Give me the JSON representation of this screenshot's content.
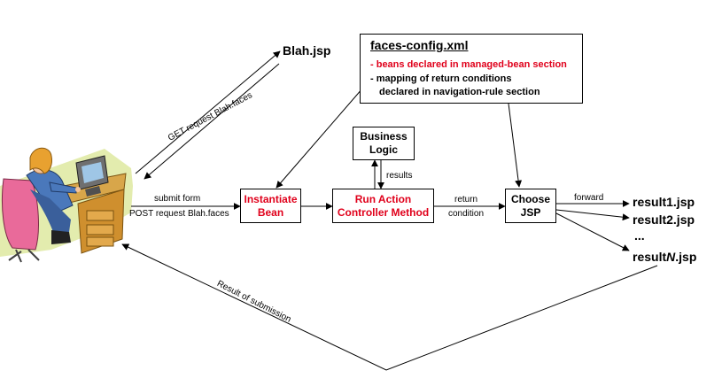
{
  "user": {
    "icon": "user-at-computer-icon"
  },
  "blah_jsp": {
    "label": "Blah.jsp"
  },
  "get_request": {
    "label": "GET request Blah.faces"
  },
  "submit": {
    "line1": "submit form",
    "line2": "POST request Blah.faces"
  },
  "faces_config": {
    "title": "faces-config.xml",
    "line1": "- beans declared in managed-bean section",
    "line2": "- mapping of return conditions",
    "line3": "declared in navigation-rule section",
    "highlight_color": "#e0001b"
  },
  "business_logic": {
    "line1": "Business",
    "line2": "Logic"
  },
  "results_label": "results",
  "instantiate_bean": {
    "line1": "Instantiate",
    "line2": "Bean"
  },
  "run_action": {
    "line1": "Run Action",
    "line2": "Controller Method"
  },
  "return_condition": {
    "line1": "return",
    "line2": "condition"
  },
  "choose_jsp": {
    "line1": "Choose",
    "line2": "JSP"
  },
  "forward_label": "forward",
  "results": {
    "r1": "result1.jsp",
    "r2": "result2.jsp",
    "dots": "...",
    "rn_prefix": "result",
    "rn_n": "N",
    "rn_suffix": ".jsp"
  },
  "result_submission": "Result of submission"
}
